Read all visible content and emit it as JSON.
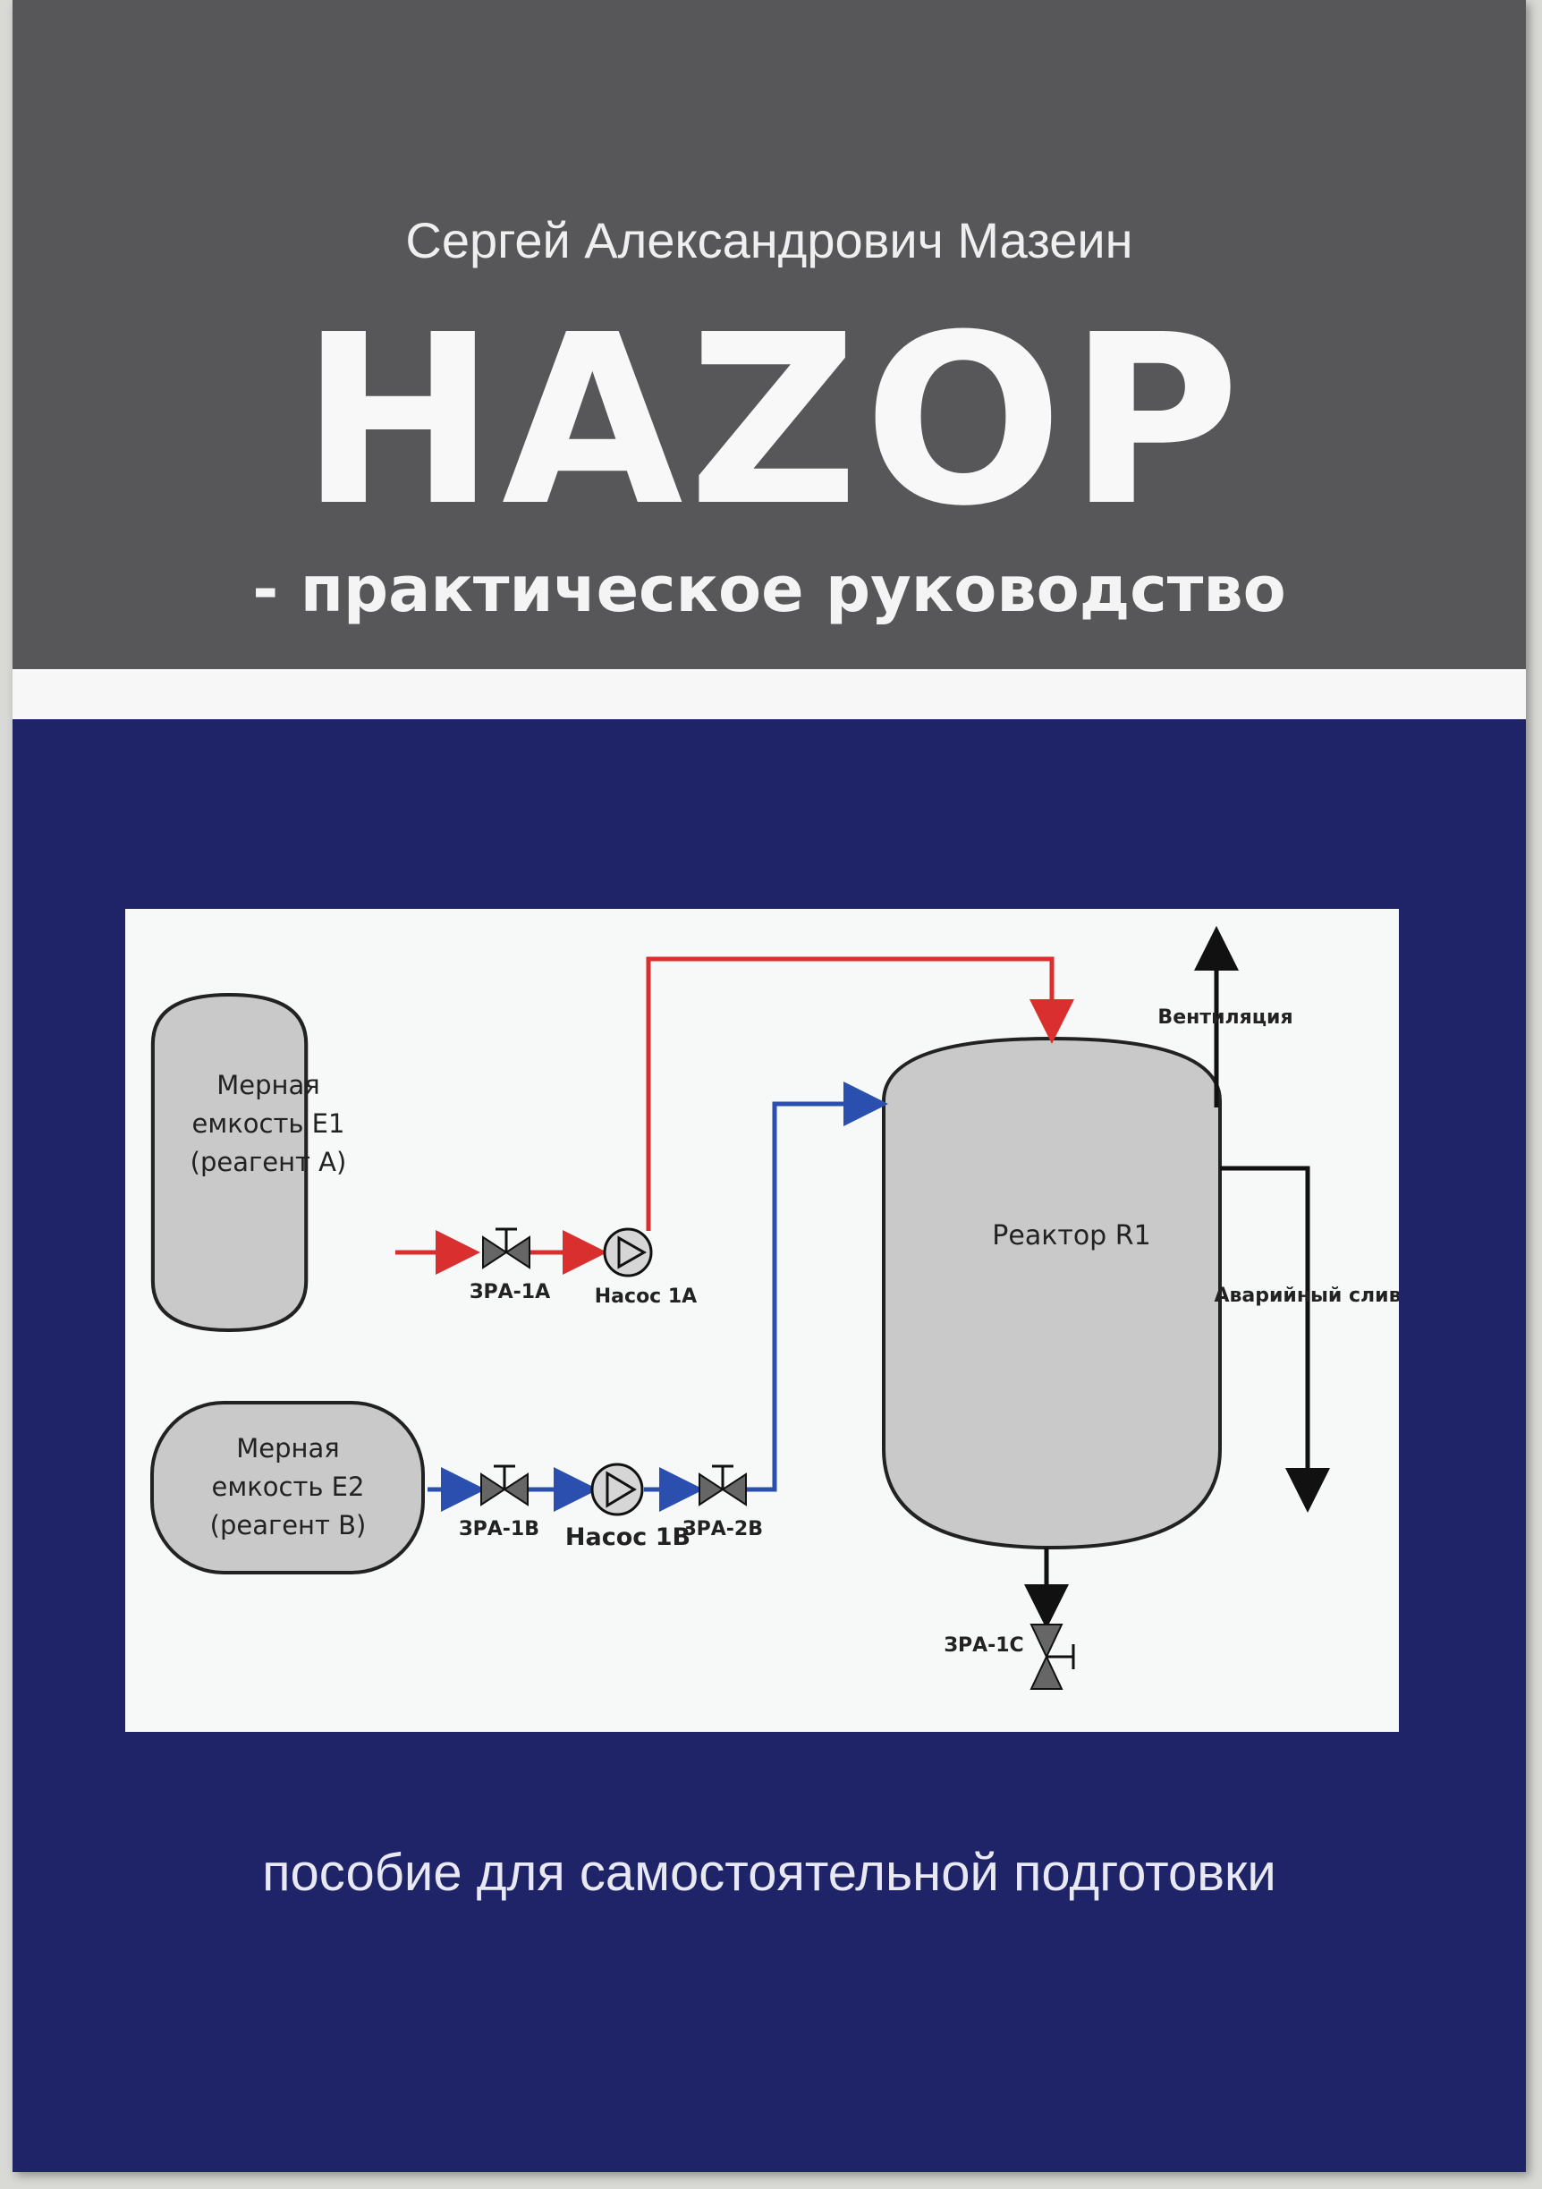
{
  "cover": {
    "author": "Сергей Александрович Мазеин",
    "title": "HAZOP",
    "subtitle": "- практическое руководство",
    "tagline": "пособие для самостоятельной подготовки"
  },
  "diagram": {
    "tank_e1": [
      "Мерная",
      "емкость Е1",
      "(реагент А)"
    ],
    "tank_e2": [
      "Мерная",
      "емкость Е2",
      "(реагент В)"
    ],
    "reactor": "Реактор R1",
    "valve_1a": "ЗРА-1А",
    "pump_1a": "Насос 1А",
    "valve_1b": "ЗРА-1В",
    "pump_1b": "Насос 1В",
    "valve_2b": "ЗРА-2В",
    "valve_1c": "ЗРА-1С",
    "ventilation": "Вентиляция",
    "emergency_drain": "Аварийный слив"
  },
  "colors": {
    "top_band": "#575759",
    "navy": "#1f2368",
    "red_line": "#d92f2f",
    "blue_line": "#2a4fae"
  }
}
